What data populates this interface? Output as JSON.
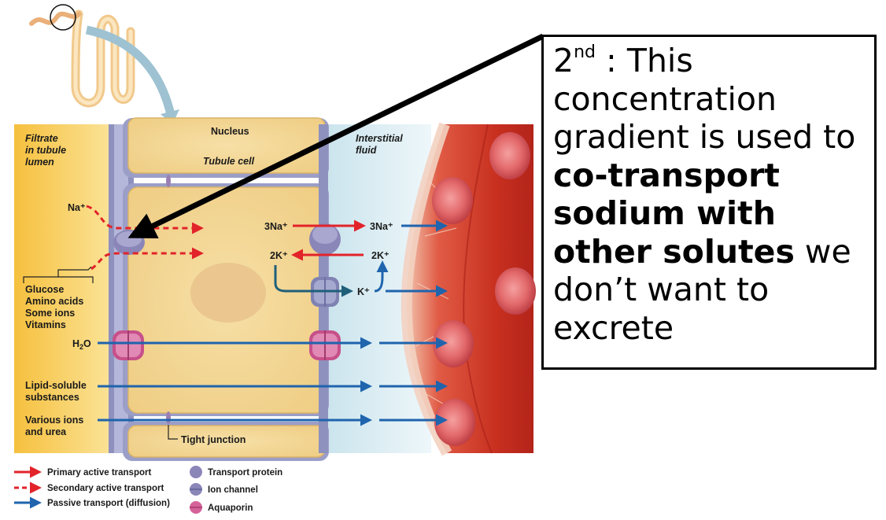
{
  "labels": {
    "filtrate_l1": "Filtrate",
    "filtrate_l2": "in tubule",
    "filtrate_l3": "lumen",
    "nucleus": "Nucleus",
    "tubule_cell": "Tubule cell",
    "interstitial_l1": "Interstitial",
    "interstitial_l2": "fluid",
    "na_in": "Na⁺",
    "na3_left": "3Na⁺",
    "na3_right": "3Na⁺",
    "k2_left": "2K⁺",
    "k2_right": "2K⁺",
    "k_out": "K⁺",
    "h2o_base": "H",
    "h2o_sub": "2",
    "h2o_end": "O",
    "solutes": [
      "Glucose",
      "Amino acids",
      "Some ions",
      "Vitamins"
    ],
    "lipid_l1": "Lipid-soluble",
    "lipid_l2": "substances",
    "ions_l1": "Various ions",
    "ions_l2": "and urea",
    "tight_junction": "Tight junction"
  },
  "legend": {
    "primary": "Primary active transport",
    "secondary": "Secondary active transport",
    "passive": "Passive transport (diffusion)",
    "transport_protein": "Transport protein",
    "ion_channel": "Ion channel",
    "aquaporin": "Aquaporin"
  },
  "callout": {
    "ordinal": "2",
    "ordinal_sup": "nd",
    "text_1": " : This concentration gradient is used to ",
    "bold": "co-transport sodium with other solutes",
    "text_2": " we don’t want to excrete"
  },
  "colors": {
    "primary_red": "#e2232a",
    "passive_blue": "#1f64ad",
    "aquaporin_pink": "#d6629a",
    "protein_purple": "#8a86b8"
  }
}
